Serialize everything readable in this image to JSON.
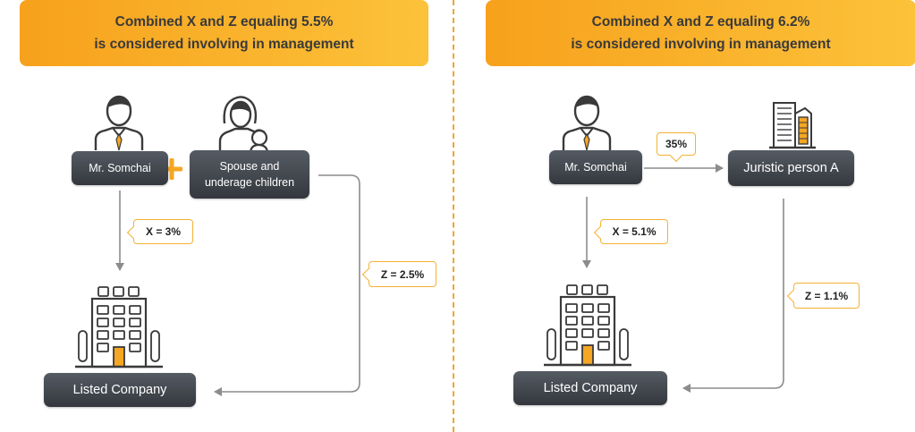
{
  "left": {
    "header_line1": "Combined X and Z equaling 5.5%",
    "header_line2": "is considered involving in management",
    "person_label": "Mr. Somchai",
    "family_line1": "Spouse and",
    "family_line2": "underage children",
    "x_tag": "X = 3%",
    "z_tag": "Z = 2.5%",
    "company_label": "Listed Company"
  },
  "right": {
    "header_line1": "Combined X and Z equaling 6.2%",
    "header_line2": "is considered involving in management",
    "person_label": "Mr. Somchai",
    "ownership_tag": "35%",
    "juristic_label": "Juristic person A",
    "x_tag": "X = 5.1%",
    "z_tag": "Z = 1.1%",
    "company_label": "Listed Company"
  },
  "colors": {
    "accent": "#f7a11c",
    "pill": "#3c4046",
    "line": "#8c8c8c",
    "icon_stroke": "#3a3a3a",
    "door": "#f5a623"
  },
  "icons": [
    "businessman-icon",
    "plus-icon",
    "mother-child-icon",
    "office-building-icon",
    "skyscraper-icon"
  ]
}
